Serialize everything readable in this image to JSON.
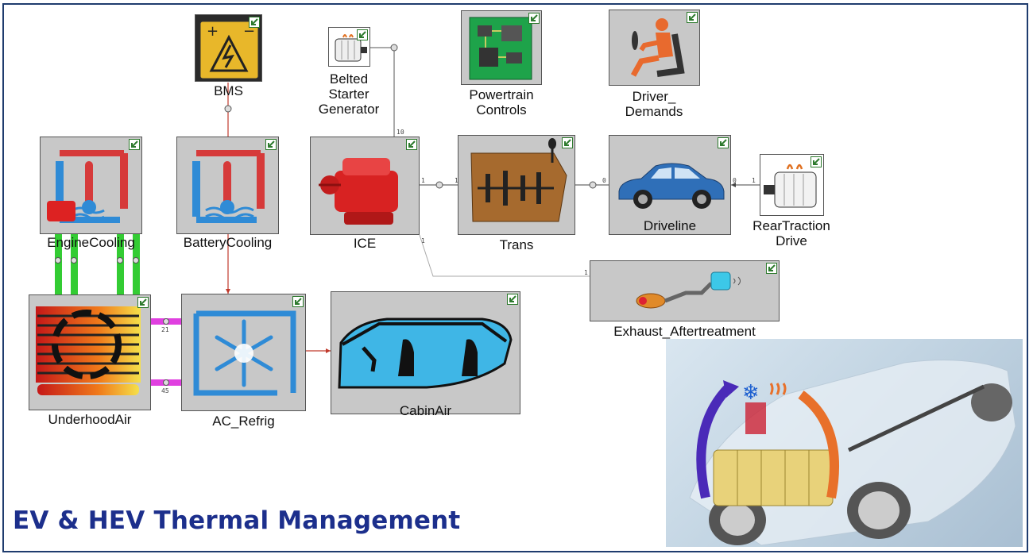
{
  "title": "EV & HEV Thermal Management",
  "blocks": {
    "bms": "BMS",
    "belted": "Belted\nStarter\nGenerator",
    "powertrain": "Powertrain\nControls",
    "driver": "Driver_\nDemands",
    "engine_cooling": "EngineCooling",
    "battery_cooling": "BatteryCooling",
    "ice": "ICE",
    "trans": "Trans",
    "driveline": "Driveline",
    "rear_traction": "RearTraction\nDrive",
    "exhaust": "Exhaust_Aftertreatment",
    "underhood": "UnderhoodAir",
    "ac_refrig": "AC_Refrig",
    "cabin_air": "CabinAir"
  },
  "ports": {
    "p10": "10",
    "p1a": "1",
    "p1b": "1",
    "p1c": "1",
    "p0a": "0",
    "p0b": "0",
    "p1d": "1",
    "p1e": "1",
    "p21": "21",
    "p45": "45"
  },
  "colors": {
    "title": "#1c2f8c",
    "frame": "#1f3c6e",
    "block_bg": "#c8c8c8",
    "signal_wire": "#c0392b",
    "thermal_link": "#33cc33",
    "air_link": "#e040e0"
  }
}
